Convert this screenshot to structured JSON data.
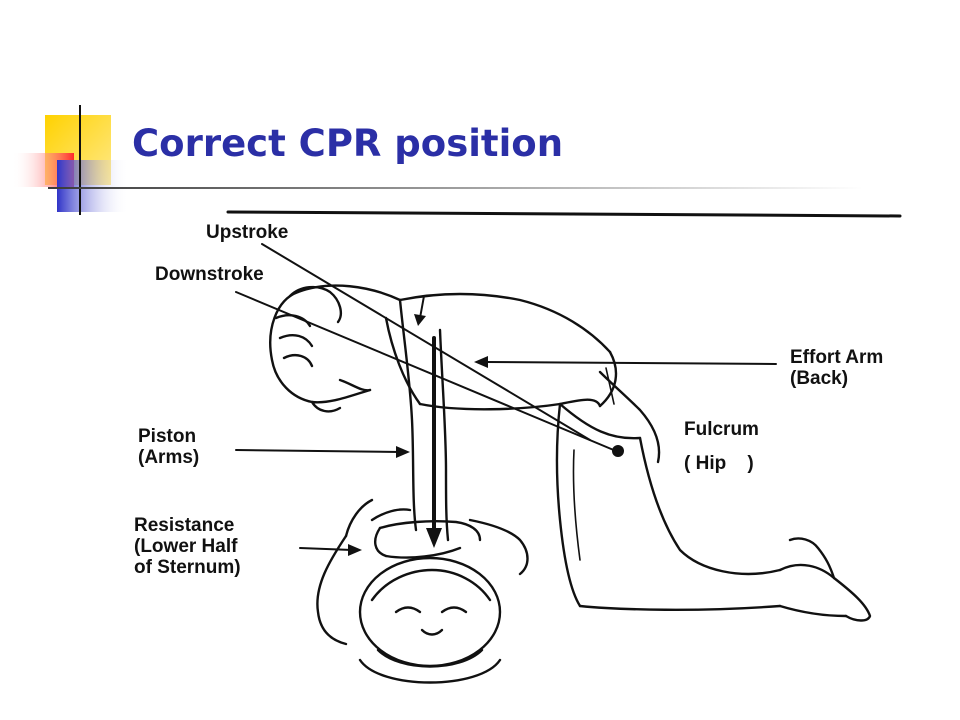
{
  "slide": {
    "title": "Correct CPR position"
  },
  "labels": {
    "upstroke": "Upstroke",
    "downstroke": "Downstroke",
    "effort_arm": "Effort Arm\n(Back)",
    "piston": "Piston\n(Arms)",
    "fulcrum": "Fulcrum",
    "fulcrum_sub": "( Hip    )",
    "resistance": "Resistance\n(Lower Half\nof Sternum)"
  },
  "colors": {
    "title": "#2b2fa6",
    "accent_yellow": "#ffd200",
    "accent_blue": "#2f33c8",
    "accent_red": "#ff3a3a"
  }
}
